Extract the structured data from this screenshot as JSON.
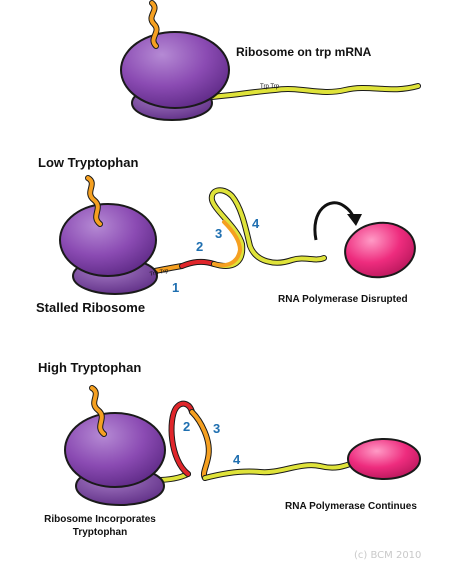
{
  "title_top": "Ribosome on trp mRNA",
  "trp_label_top": "Trp Trp",
  "section_low": {
    "heading": "Low Tryptophan",
    "trp_label": "Trp Trp",
    "region_numbers": [
      "1",
      "2",
      "3",
      "4"
    ],
    "ribosome_caption": "Stalled Ribosome",
    "polymerase_caption": "RNA Polymerase Disrupted"
  },
  "section_high": {
    "heading": "High Tryptophan",
    "region_numbers": [
      "2",
      "3",
      "4"
    ],
    "ribosome_caption_line1": "Ribosome Incorporates",
    "ribosome_caption_line2": "Tryptophan",
    "polymerase_caption": "RNA Polymerase Continues"
  },
  "watermark": "(c) BCM 2010",
  "colors": {
    "ribosome_fill": "#8b4bb3",
    "ribosome_stroke": "#1a1a1a",
    "mrna_yellow": "#dfe33a",
    "region_red": "#e0262b",
    "region_orange": "#f5a021",
    "polymerase_pink": "#ee2c7e",
    "number_blue": "#1f6fb0"
  }
}
